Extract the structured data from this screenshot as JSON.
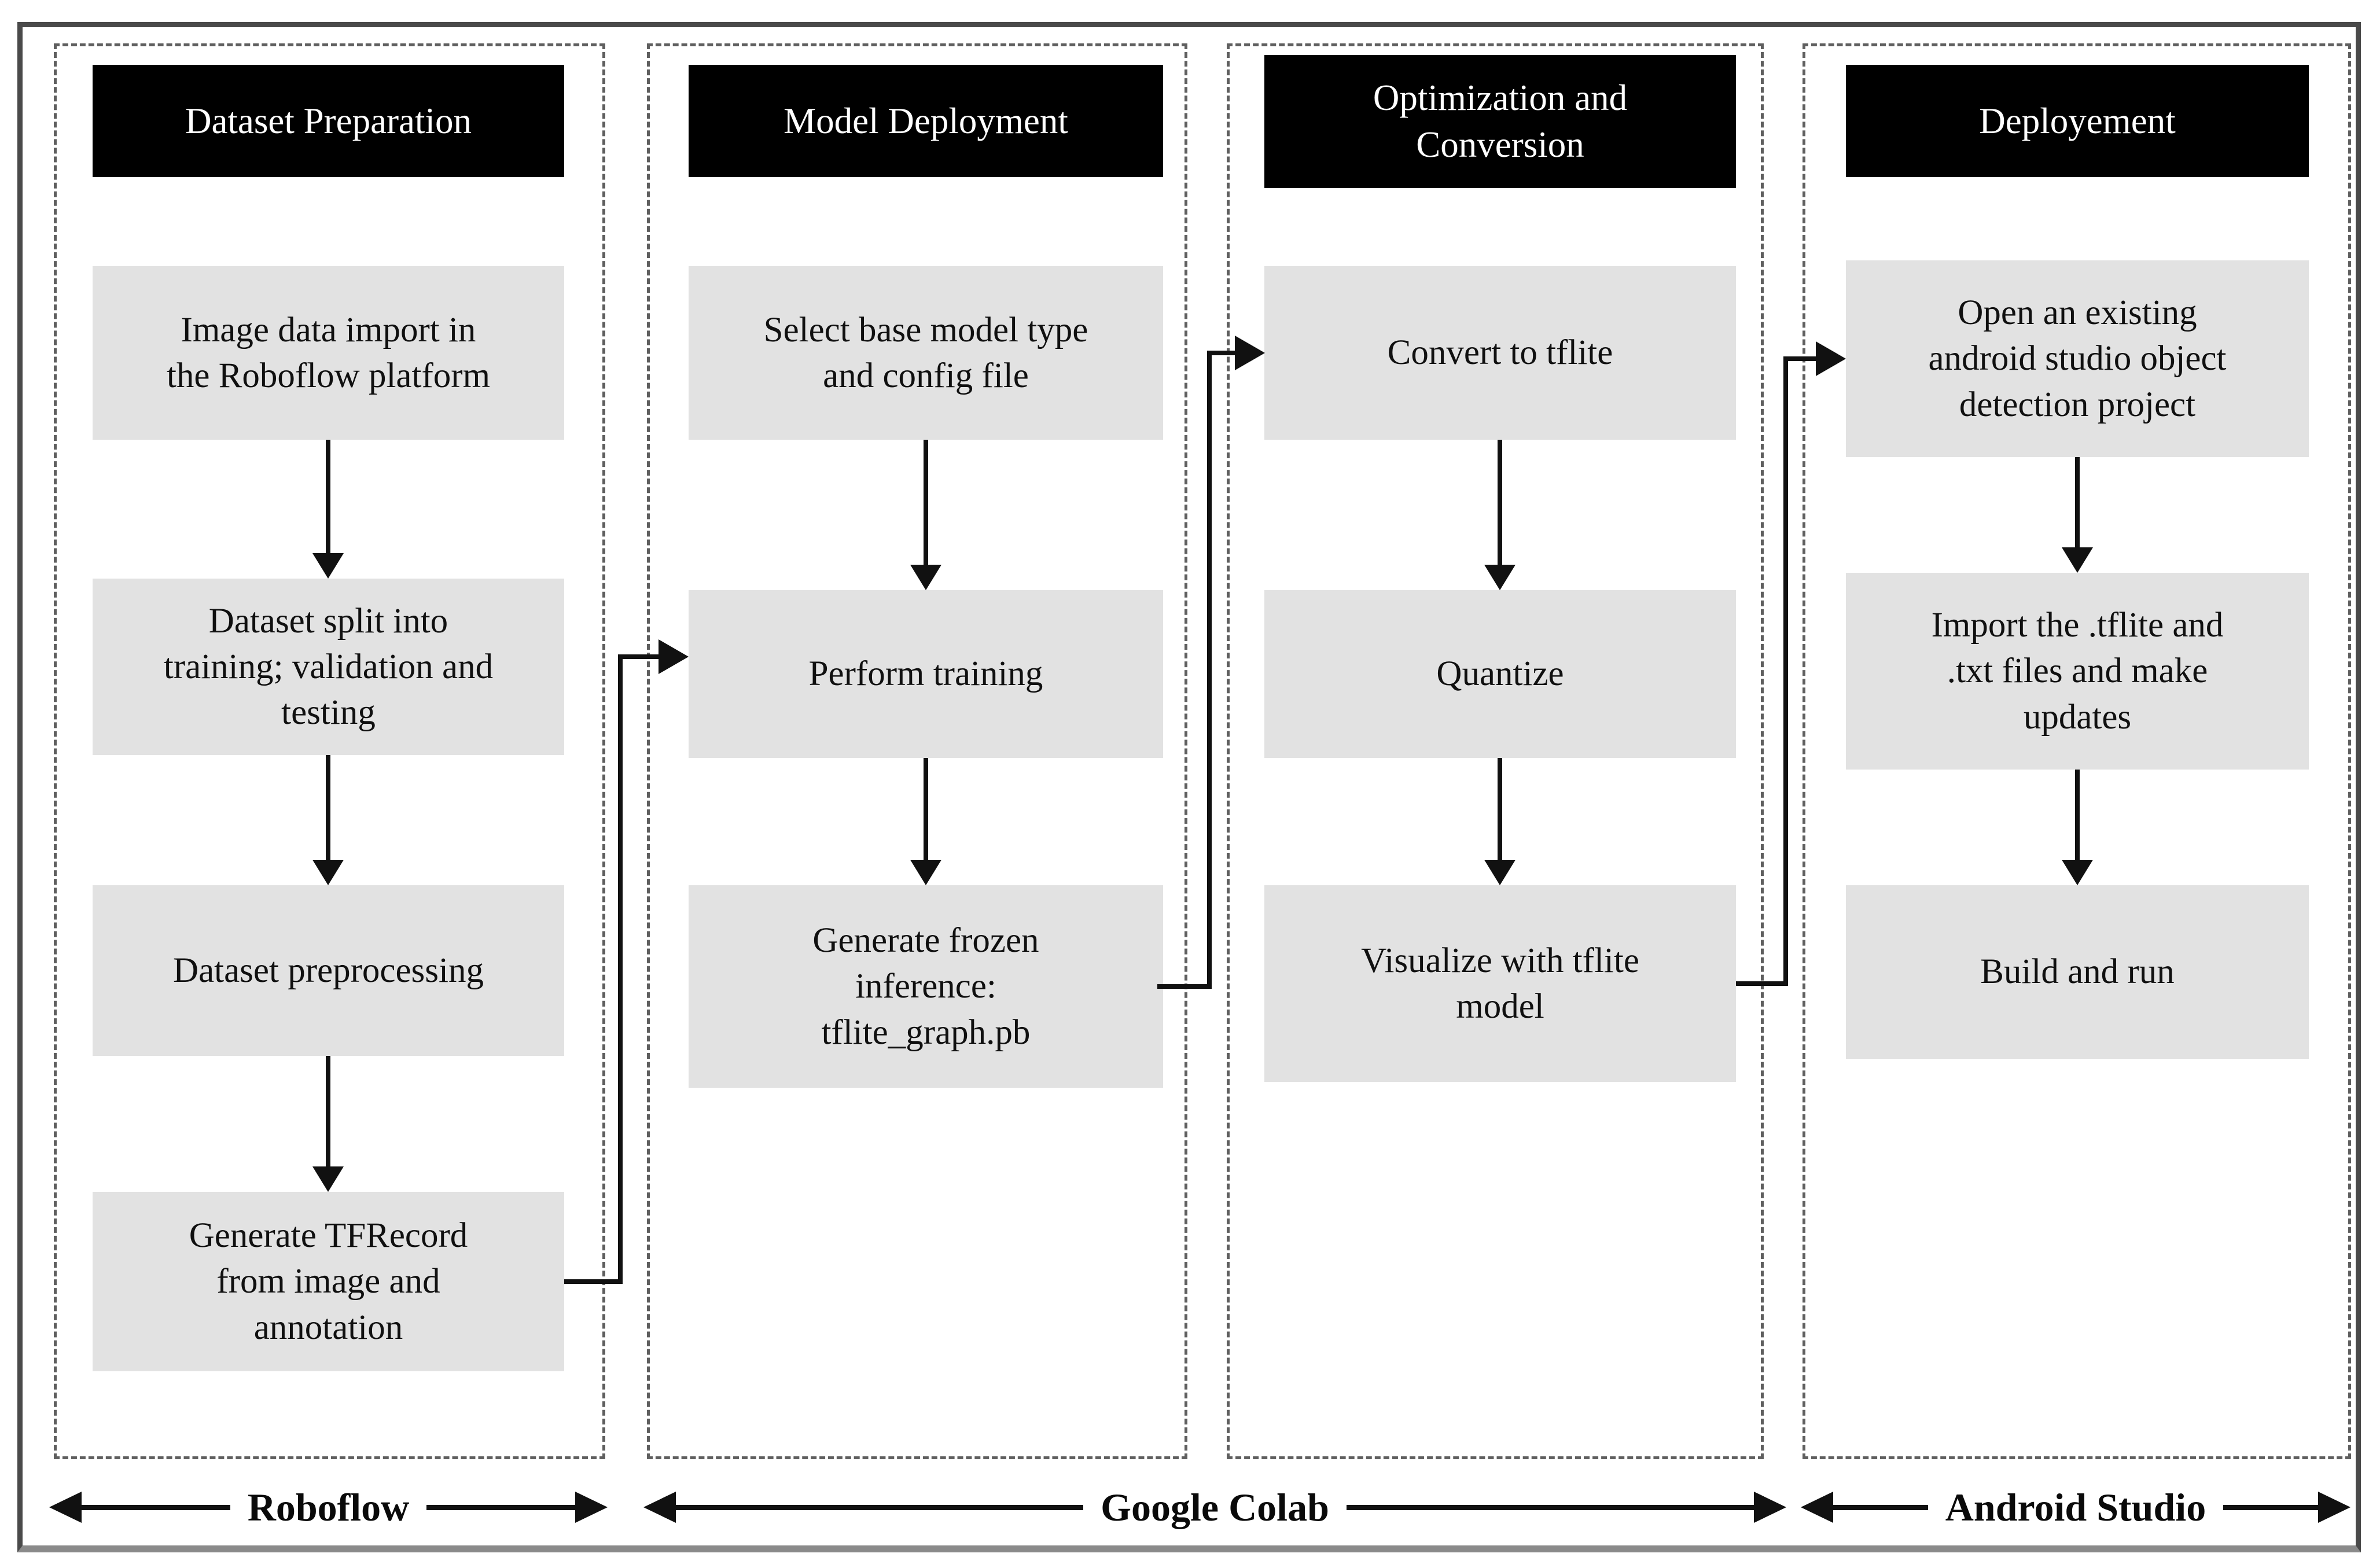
{
  "diagram": {
    "columns": [
      {
        "header": "Dataset Preparation",
        "boxes": [
          "Image data import in\nthe Roboflow platform",
          "Dataset split into\ntraining; validation and\ntesting",
          "Dataset preprocessing",
          "Generate TFRecord\nfrom image and\nannotation"
        ]
      },
      {
        "header": "Model Deployment",
        "boxes": [
          "Select base model type\nand config file",
          "Perform training",
          "Generate frozen\ninference:\ntflite_graph.pb"
        ]
      },
      {
        "header": "Optimization and\nConversion",
        "boxes": [
          "Convert to tflite",
          "Quantize",
          "Visualize with tflite\nmodel"
        ]
      },
      {
        "header": "Deployement",
        "boxes": [
          "Open an existing\nandroid studio object\ndetection project",
          "Import the .tflite and\n.txt files and make\nupdates",
          "Build and run"
        ]
      }
    ],
    "platforms": [
      {
        "label": "Roboflow"
      },
      {
        "label": "Google Colab"
      },
      {
        "label": "Android Studio"
      }
    ],
    "colors": {
      "background": "#ffffff",
      "header_bg": "#000000",
      "header_text": "#ffffff",
      "box_bg": "#e2e2e2",
      "box_text": "#101010",
      "line": "#111111",
      "dashed_border": "#5f5f5f",
      "frame_border": "#4a4a4a"
    }
  }
}
